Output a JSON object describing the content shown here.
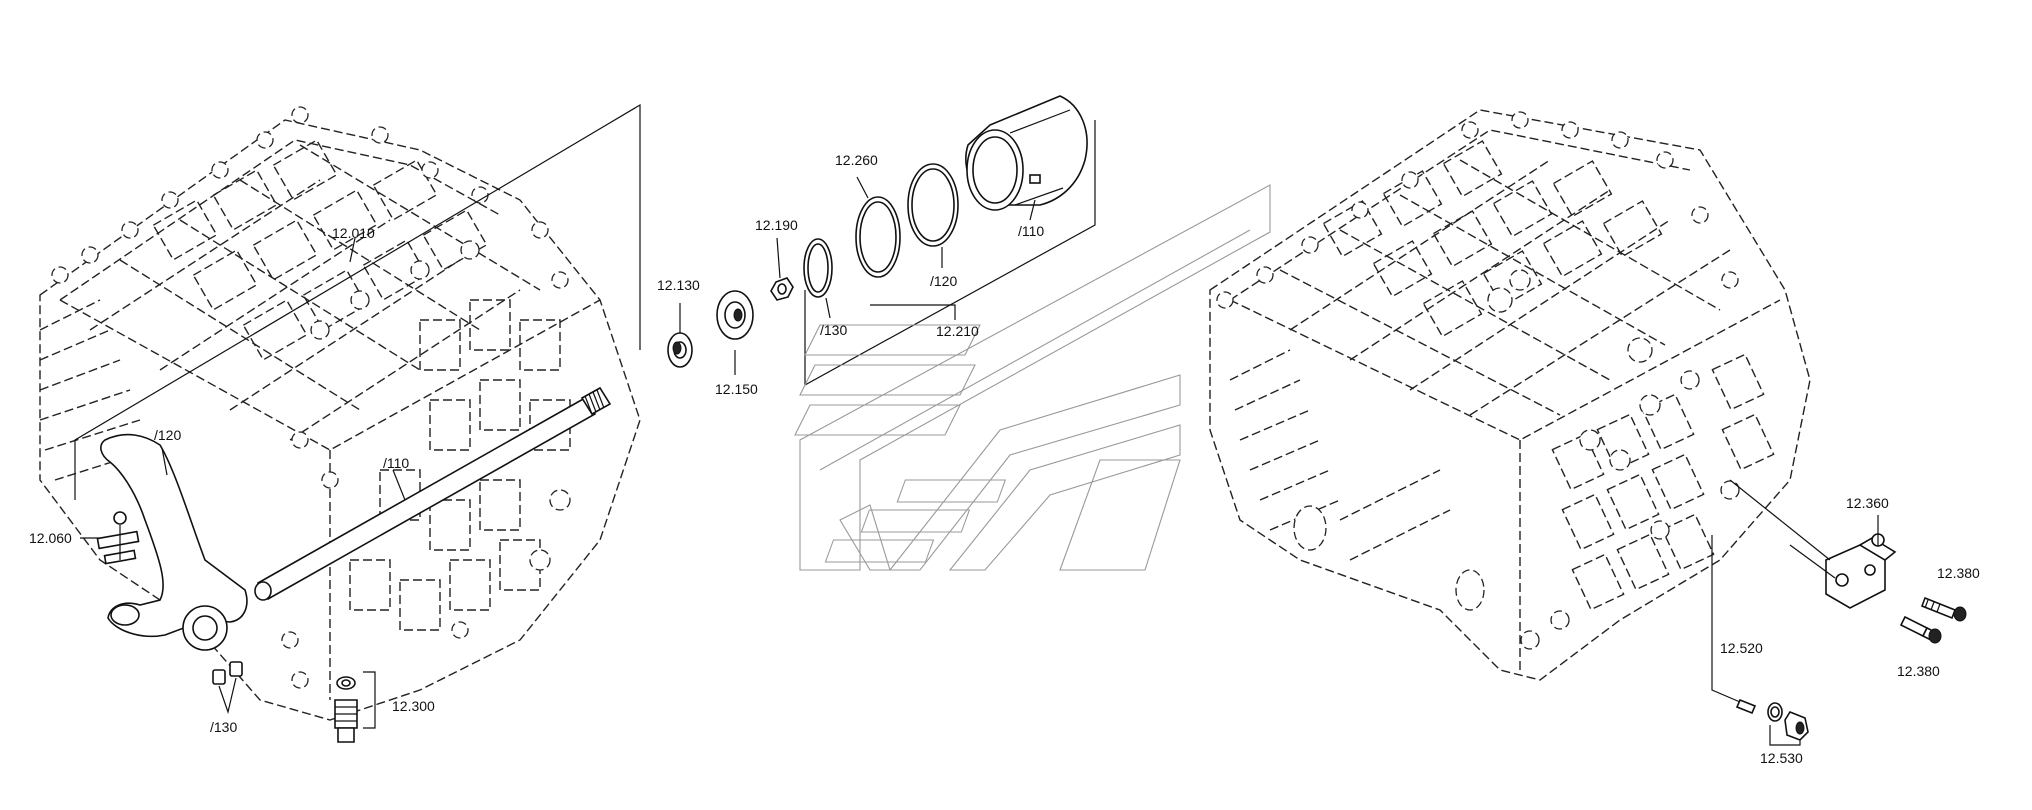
{
  "labels": {
    "l_12010": "12.010",
    "l_120_left": "/120",
    "l_110_left": "/110",
    "l_12060": "12.060",
    "l_130_left": "/130",
    "l_12300": "12.300",
    "l_12130": "12.130",
    "l_12150": "12.150",
    "l_12190": "12.190",
    "l_130_mid": "/130",
    "l_12260": "12.260",
    "l_120_mid": "/120",
    "l_12210": "12.210",
    "l_110_mid": "/110",
    "l_12360": "12.360",
    "l_12380_a": "12.380",
    "l_12380_b": "12.380",
    "l_12520": "12.520",
    "l_12530": "12.530"
  },
  "colors": {
    "ink": "#111111",
    "paper": "#ffffff",
    "watermark": "#999999"
  }
}
